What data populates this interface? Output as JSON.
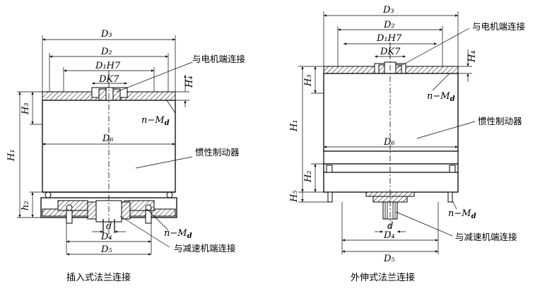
{
  "left": {
    "caption": "插入式法兰连接",
    "label_motor": "与电机端连接",
    "label_brake": "惯性制动器",
    "label_reducer": "与减速机端连接",
    "nm_top": "n−M",
    "nm_top_sub": "d",
    "nm_bottom": "n−M",
    "nm_bottom_sub": "d",
    "D3": "D₃",
    "D2": "D₂",
    "D1H7": "D₁H7",
    "DK7": "DK7",
    "D6": "D₆",
    "D4": "D₄",
    "D5": "D₅",
    "d": "d",
    "H1": "H₁",
    "H3": "H₃",
    "H4": "H₄",
    "h2": "h₂"
  },
  "right": {
    "caption": "外伸式法兰连接",
    "label_motor": "与电机端连接",
    "label_brake": "惯性制动器",
    "label_reducer": "与减速机端连接",
    "nm_top": "n−M",
    "nm_top_sub": "d",
    "nm_bottom": "n−M",
    "nm_bottom_sub": "d",
    "D3": "D₃",
    "D2": "D₂",
    "D1H7": "D₁H7",
    "DK7": "DK7",
    "D6": "D₆",
    "D4": "D₄",
    "D5": "D₅",
    "d": "d",
    "H1": "H₁",
    "H2": "H₂",
    "H3": "H₃",
    "H4": "H₄",
    "H5": "H₅"
  }
}
